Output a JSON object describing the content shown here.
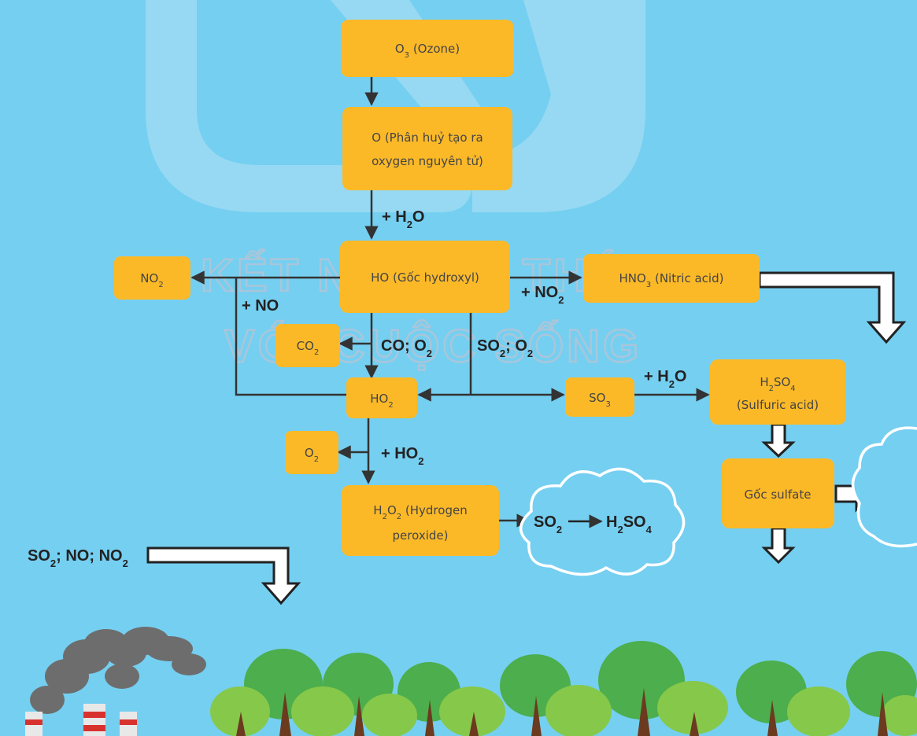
{
  "watermark": {
    "line1": "KẾT NỐI TRI THỨC",
    "line2": "VỚI CUỘC SỐNG"
  },
  "boxes": {
    "ozone": {
      "main": "O",
      "sub": "3",
      "rest": " (Ozone)"
    },
    "atomic_o": {
      "line1": "O (Phân huỷ tạo ra",
      "line2": "oxygen nguyên tử)"
    },
    "ho": {
      "text": "HO (Gốc hydroxyl)"
    },
    "no2": {
      "main": "NO",
      "sub": "2"
    },
    "hno3": {
      "main": "HNO",
      "sub": "3",
      "rest": " (Nitric acid)"
    },
    "co2": {
      "main": "CO",
      "sub": "2"
    },
    "ho2": {
      "main": "HO",
      "sub": "2"
    },
    "so3": {
      "main": "SO",
      "sub": "3"
    },
    "h2so4": {
      "p1": "H",
      "s1": "2",
      "p2": "SO",
      "s2": "4",
      "line2": "(Sulfuric acid)"
    },
    "o2": {
      "main": "O",
      "sub": "2"
    },
    "h2o2": {
      "p1": "H",
      "s1": "2",
      "p2": "O",
      "s2": "2",
      "rest": " (Hydrogen",
      "line2": "peroxide)"
    },
    "sulfate": {
      "text": "Gốc sulfate"
    }
  },
  "labels": {
    "h2o_top": {
      "a": "+ H",
      "s": "2",
      "b": "O"
    },
    "plus_no": {
      "a": "+ NO"
    },
    "plus_no2": {
      "a": "+ NO",
      "s": "2"
    },
    "co_o2": {
      "a": "CO; O",
      "s": "2"
    },
    "so2_o2": {
      "a": "SO",
      "s1": "2",
      "b": "; O",
      "s2": "2"
    },
    "h2o_right": {
      "a": "+ H",
      "s": "2",
      "b": "O"
    },
    "plus_ho2": {
      "a": "+ HO",
      "s": "2"
    },
    "emissions": {
      "a": "SO",
      "s1": "2",
      "b": "; NO; NO",
      "s2": "2"
    },
    "cloud_rxn": {
      "a": "SO",
      "s1": "2",
      "b": "H",
      "s2": "2",
      "c": "SO",
      "s3": "4"
    }
  },
  "colors": {
    "sky": "#75cff1",
    "box": "#fbb928",
    "arrow": "#333333",
    "trunk": "#6b3a1f"
  }
}
